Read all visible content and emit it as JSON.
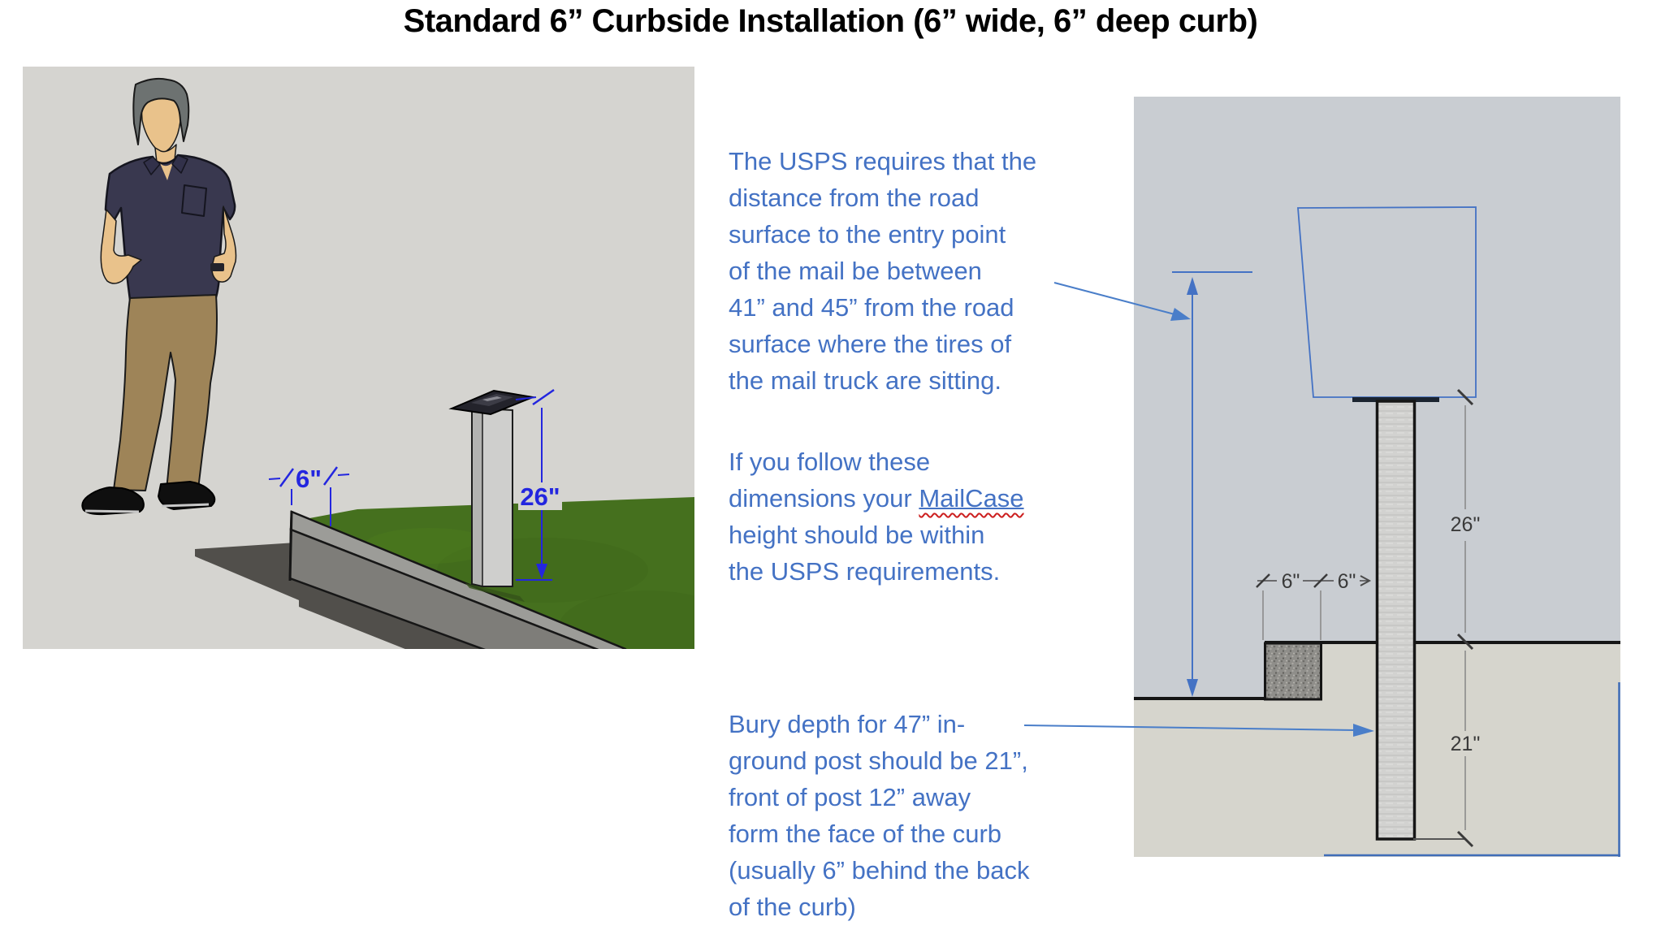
{
  "title": "Standard 6” Curbside Installation (6” wide, 6” deep curb)",
  "notes": {
    "usps": {
      "lines": [
        "The USPS requires that the",
        "distance from the road",
        "surface to the entry point",
        "of the mail be between",
        "41” and 45” from the road",
        "surface where the tires of",
        "the mail truck are sitting."
      ]
    },
    "follow": {
      "l1": "If you follow these",
      "l2a": "dimensions your ",
      "l2b": "MailCase",
      "l3": "height should be within",
      "l4": "the USPS requirements."
    },
    "bury": {
      "lines": [
        "Bury depth for 47” in-",
        "ground post should be 21”,",
        "front of post 12” away",
        "form the face of the curb",
        "(usually 6” behind the back",
        "of the curb)"
      ]
    }
  },
  "left_figure": {
    "curb_width_label": "6\"",
    "post_height_label": "26\""
  },
  "right_figure": {
    "post_above_ground_label": "26\"",
    "bury_depth_label": "21\"",
    "curb_width_label": "6\"",
    "curb_to_post_label": "6\""
  },
  "colors": {
    "note_text_blue": "#4472c4",
    "dimension_blue_left_figure": "#2326df",
    "dimension_blue_right_figure": "#4472c4",
    "grass_green": "#45701e",
    "left_panel_background": "#d5d4d0",
    "right_panel_background": "#c9cdd2",
    "soil_beige": "#d6d5cd",
    "squiggle_red": "#cc1f1f"
  }
}
